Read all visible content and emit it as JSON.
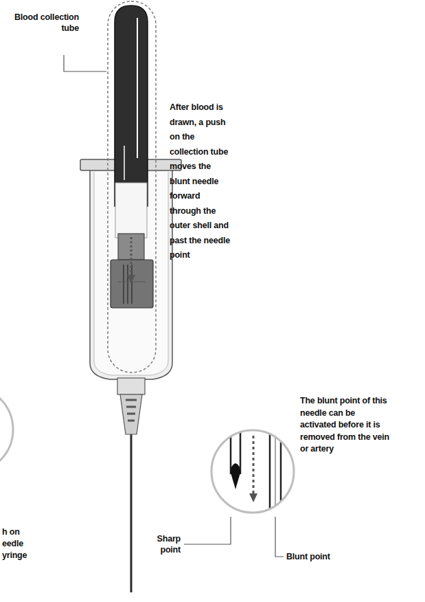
{
  "diagram": {
    "labels": [
      "Blood collection tube",
      "After blood is drawn, a push on the collection tube moves the blunt needle forward through the outer shell and past the needle point",
      "h on eedle yringe",
      "The blunt point of this needle can be activated before it is removed from the vein or artery",
      "Sharp point",
      "Blunt point"
    ]
  }
}
